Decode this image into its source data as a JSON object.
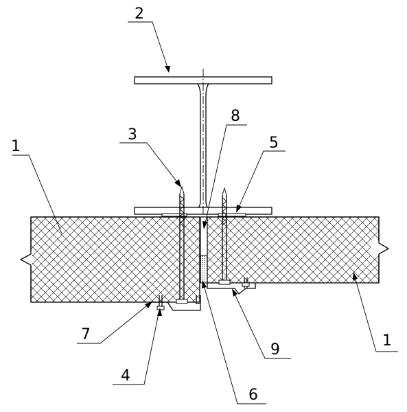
{
  "labels": {
    "steel_beam": "2",
    "screw_left": "3",
    "washer_right": "5",
    "gap_filler": "8",
    "panel_left": "1",
    "panel_right": "1",
    "bracket_left": "7",
    "bolt_left": "4",
    "bracket_center": "6",
    "bracket_right": "9"
  }
}
